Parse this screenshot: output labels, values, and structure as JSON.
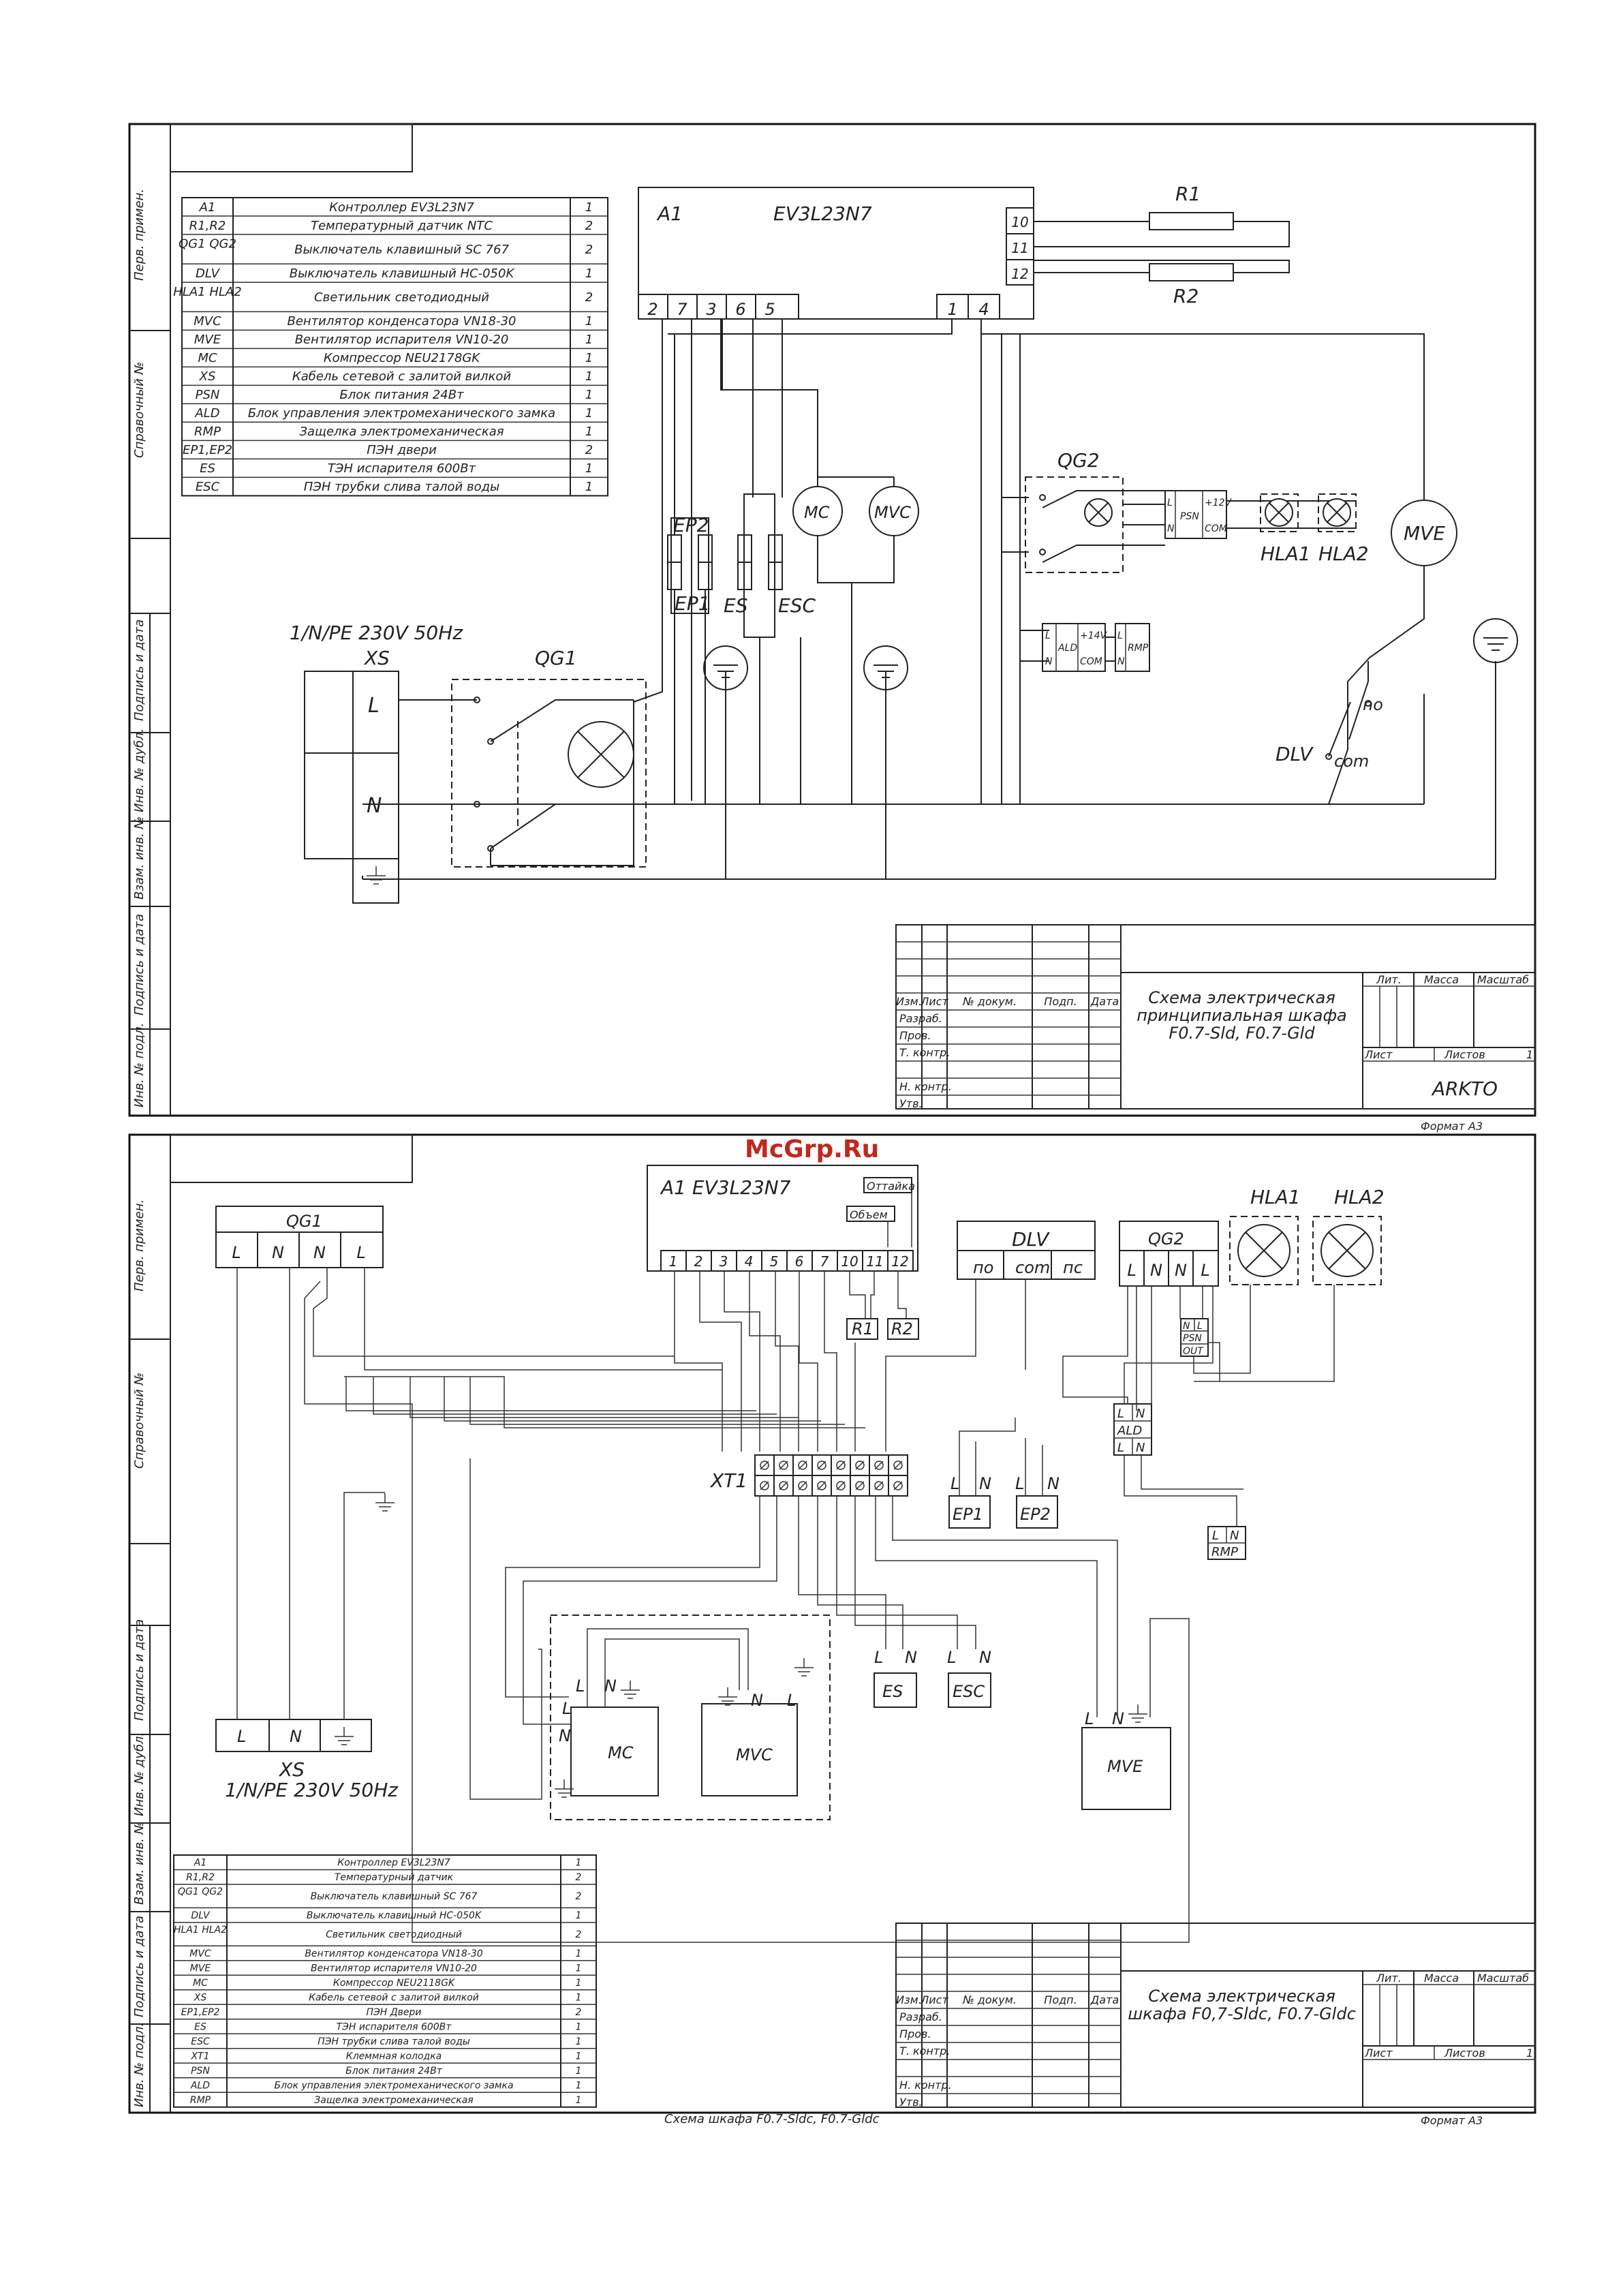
{
  "watermark": "McGrp.Ru",
  "side_labels": [
    "Перв. примен.",
    "Справочный №",
    "Подпись и дата",
    "Инв. № дубл.",
    "Взам. инв. №",
    "Подпись и дата",
    "Инв. № подл."
  ],
  "sheet1": {
    "parts_table": [
      {
        "ref": "A1",
        "name": "Контроллер EV3L23N7",
        "qty": "1"
      },
      {
        "ref": "R1,R2",
        "name": "Температурный датчик NTC",
        "qty": "2"
      },
      {
        "ref": "QG1 QG2",
        "name": "Выключатель клавишный SC 767",
        "qty": "2"
      },
      {
        "ref": "DLV",
        "name": "Выключатель клавишный HC-050K",
        "qty": "1"
      },
      {
        "ref": "HLA1 HLA2",
        "name": "Светильник светодиодный",
        "qty": "2"
      },
      {
        "ref": "MVC",
        "name": "Вентилятор конденсатора VN18-30",
        "qty": "1"
      },
      {
        "ref": "MVE",
        "name": "Вентилятор испарителя VN10-20",
        "qty": "1"
      },
      {
        "ref": "MC",
        "name": "Компрессор NEU2178GK",
        "qty": "1"
      },
      {
        "ref": "XS",
        "name": "Кабель сетевой с залитой вилкой",
        "qty": "1"
      },
      {
        "ref": "PSN",
        "name": "Блок питания 24Вт",
        "qty": "1"
      },
      {
        "ref": "ALD",
        "name": "Блок управления электромеханического замка",
        "qty": "1"
      },
      {
        "ref": "RMP",
        "name": "Защелка электромеханическая",
        "qty": "1"
      },
      {
        "ref": "EP1,EP2",
        "name": "ПЭН двери",
        "qty": "2"
      },
      {
        "ref": "ES",
        "name": "ТЭН испарителя 600Вт",
        "qty": "1"
      },
      {
        "ref": "ESC",
        "name": "ПЭН трубки слива талой воды",
        "qty": "1"
      }
    ],
    "controller_ref": "A1",
    "controller_model": "EV3L23N7",
    "terminals_left": [
      "2",
      "7",
      "3",
      "6",
      "5"
    ],
    "terminals_right": [
      "1",
      "4"
    ],
    "terminals_side": [
      "10",
      "11",
      "12"
    ],
    "r1": "R1",
    "r2": "R2",
    "supply": "1/N/PE 230V 50Hz",
    "xs": "XS",
    "qg1": "QG1",
    "qg2": "QG2",
    "l": "L",
    "n": "N",
    "ep2": "EP2",
    "ep1": "EP1",
    "es": "ES",
    "esc": "ESC",
    "mc": "MC",
    "mvc": "MVC",
    "mve": "MVE",
    "hla1": "HLA1",
    "hla2": "HLA2",
    "psn": "PSN",
    "plus12": "+12V",
    "com": "COM",
    "ald": "ALD",
    "plus14": "+14V",
    "rmp": "RMP",
    "dlv": "DLV",
    "no": "no",
    "com_l": "com",
    "title_block": {
      "cols": [
        "Изм.",
        "Лист",
        "№ докум.",
        "Подп.",
        "Дата"
      ],
      "rows": [
        "Разраб.",
        "Пров.",
        "Т. контр.",
        "Н. контр.",
        "Утв."
      ],
      "title": [
        "Схема электрическая",
        "принципиальная шкафа",
        "F0.7-Sld, F0.7-Gld"
      ],
      "lit": "Лит.",
      "mass": "Масса",
      "scale": "Масштаб",
      "sheet": "Лист",
      "sheets": "Листов",
      "sheets_n": "1",
      "company": "ARKTO"
    },
    "format": "Формат А3"
  },
  "sheet2": {
    "controller": "A1   EV3L23N7",
    "ottaika": "Оттайка",
    "obem": "Объем",
    "terminals": [
      "1",
      "2",
      "3",
      "4",
      "5",
      "6",
      "7",
      "10",
      "11",
      "12"
    ],
    "r1": "R1",
    "r2": "R2",
    "qg1": "QG1",
    "qg1_terms": [
      "L",
      "N",
      "N",
      "L"
    ],
    "dlv": "DLV",
    "dlv_terms": [
      "по",
      "com",
      "пс"
    ],
    "qg2": "QG2",
    "qg2_terms": [
      "L",
      "N",
      "N",
      "L"
    ],
    "hla1": "HLA1",
    "hla2": "HLA2",
    "psn_terms": [
      "N",
      "L",
      "PSN",
      "OUT"
    ],
    "ald_terms": [
      "L",
      "N",
      "ALD",
      "L",
      "N"
    ],
    "xt1": "XT1",
    "ep1": "EP1",
    "ep2": "EP2",
    "rmp": "RMP",
    "es": "ES",
    "esc": "ESC",
    "mc": "MC",
    "mvc": "MVC",
    "mve": "MVE",
    "l": "L",
    "n": "N",
    "xs": "XS",
    "supply": "1/N/PE 230V 50Hz",
    "parts_table": [
      {
        "ref": "A1",
        "name": "Контроллер EV3L23N7",
        "qty": "1"
      },
      {
        "ref": "R1,R2",
        "name": "Температурный датчик",
        "qty": "2"
      },
      {
        "ref": "QG1 QG2",
        "name": "Выключатель клавишный SC 767",
        "qty": "2"
      },
      {
        "ref": "DLV",
        "name": "Выключатель клавишный HC-050K",
        "qty": "1"
      },
      {
        "ref": "HLA1 HLA2",
        "name": "Светильник светодиодный",
        "qty": "2"
      },
      {
        "ref": "MVC",
        "name": "Вентилятор конденсатора VN18-30",
        "qty": "1"
      },
      {
        "ref": "MVE",
        "name": "Вентилятор испарителя VN10-20",
        "qty": "1"
      },
      {
        "ref": "MC",
        "name": "Компрессор NEU2118GK",
        "qty": "1"
      },
      {
        "ref": "XS",
        "name": "Кабель сетевой с залитой вилкой",
        "qty": "1"
      },
      {
        "ref": "EP1,EP2",
        "name": "ПЭН Двери",
        "qty": "2"
      },
      {
        "ref": "ES",
        "name": "ТЭН испарителя 600Вт",
        "qty": "1"
      },
      {
        "ref": "ESC",
        "name": "ПЭН трубки слива талой воды",
        "qty": "1"
      },
      {
        "ref": "XT1",
        "name": "Клеммная колодка",
        "qty": "1"
      },
      {
        "ref": "PSN",
        "name": "Блок питания 24Вт",
        "qty": "1"
      },
      {
        "ref": "ALD",
        "name": "Блок управления электромеханического замка",
        "qty": "1"
      },
      {
        "ref": "RMP",
        "name": "Защелка электромеханическая",
        "qty": "1"
      }
    ],
    "title_block": {
      "cols": [
        "Изм.",
        "Лист",
        "№ докум.",
        "Подп.",
        "Дата"
      ],
      "rows": [
        "Разраб.",
        "Пров.",
        "Т. контр.",
        "Н. контр.",
        "Утв."
      ],
      "title": [
        "Схема электрическая",
        "шкафа F0,7-Sldc, F0.7-Gldc"
      ],
      "lit": "Лит.",
      "mass": "Масса",
      "scale": "Масштаб",
      "sheet": "Лист",
      "sheets": "Листов",
      "sheets_n": "1"
    },
    "caption": "Схема шкафа F0.7-Sldc, F0.7-Gldc",
    "format": "Формат А3"
  }
}
